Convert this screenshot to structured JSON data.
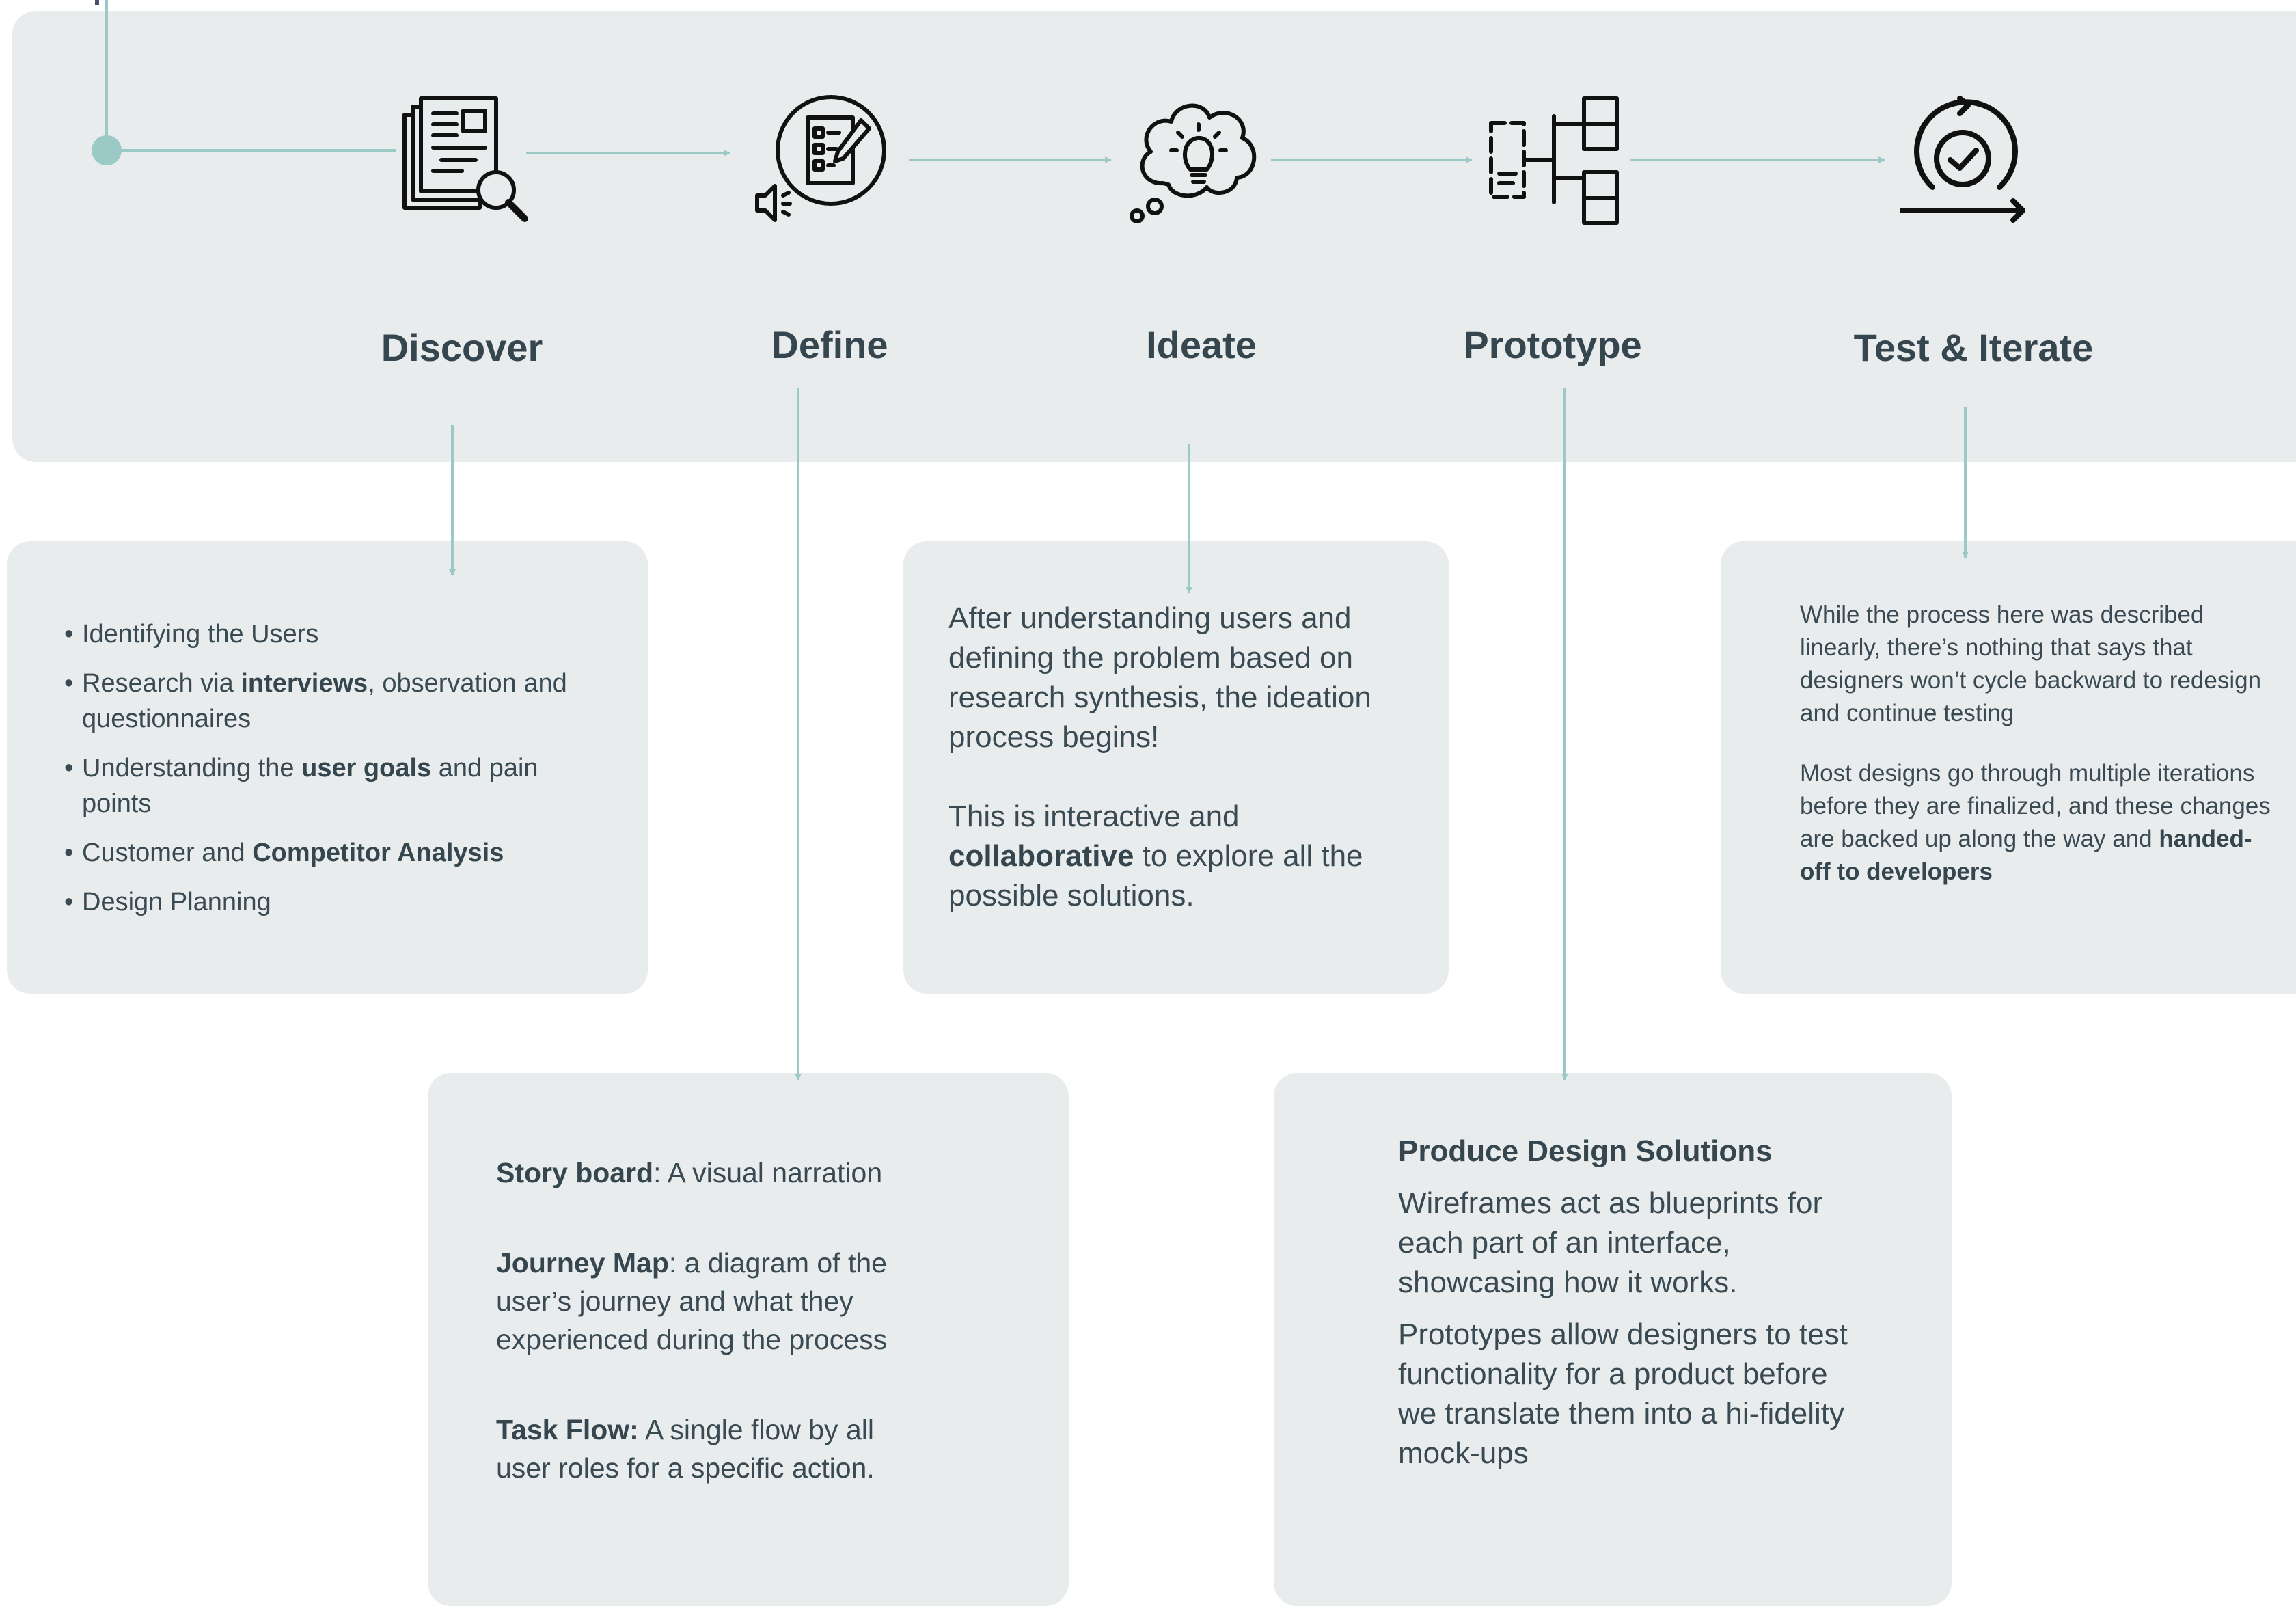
{
  "colors": {
    "panel": "#e9eced",
    "connector": "#9ac9c6",
    "title": "#36464e",
    "body_text": "#3a4a52",
    "node_start": "#9ac9c6",
    "top_edge_line": "#46526a"
  },
  "stages": [
    {
      "title": "Discover",
      "icon": "document-search-icon"
    },
    {
      "title": "Define",
      "icon": "checklist-megaphone-icon"
    },
    {
      "title": "Ideate",
      "icon": "lightbulb-thought-cloud-icon"
    },
    {
      "title": "Prototype",
      "icon": "flow-blocks-icon"
    },
    {
      "title": "Test & Iterate",
      "icon": "cycle-check-icon"
    }
  ],
  "discover": {
    "items": [
      {
        "pre": "Identifying the Users",
        "bold": "",
        "post": ""
      },
      {
        "pre": "Research via ",
        "bold": "interviews",
        "post": ", observation and questionnaires"
      },
      {
        "pre": "Understanding the ",
        "bold": "user goals",
        "post": " and pain points"
      },
      {
        "pre": "Customer and ",
        "bold": "Competitor Analysis",
        "post": ""
      },
      {
        "pre": "Design Planning",
        "bold": "",
        "post": ""
      }
    ]
  },
  "define": {
    "storyboard_label": "Story board",
    "storyboard_text": ": A visual narration",
    "journey_label": "Journey Map",
    "journey_text": ": a diagram of the user’s journey and what they experienced during the process",
    "taskflow_label": "Task Flow:",
    "taskflow_text": " A single flow by all user roles for a specific action."
  },
  "ideate": {
    "para1": "After understanding users and defining the problem based on research synthesis, the ideation process begins!",
    "para2_pre": "This is interactive and ",
    "para2_bold": "collaborative",
    "para2_post": " to explore all the possible solutions."
  },
  "prototype": {
    "heading": "Produce Design Solutions",
    "para1": "Wireframes act as blueprints for each part of an interface, showcasing how it works.",
    "para2": "Prototypes allow designers to test functionality for a product before we translate them into a hi-fidelity mock-ups"
  },
  "test": {
    "para1": "While the process here was described linearly, there’s nothing that says that designers won’t cycle backward to redesign and continue testing",
    "para2_pre": "Most designs go through multiple iterations before they are finalized, and these changes are backed up along the way and ",
    "para2_bold": "handed-off to developers"
  }
}
